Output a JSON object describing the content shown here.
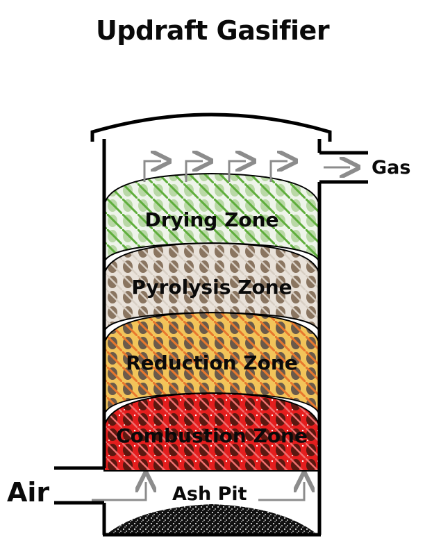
{
  "title": "Updraft Gasifier",
  "zones": [
    {
      "label": "Drying Zone",
      "color": "#6fb04f"
    },
    {
      "label": "Pyrolysis Zone",
      "color": "#8a7560"
    },
    {
      "label": "Reduction Zone",
      "color": "#e0803a"
    },
    {
      "label": "Combustion Zone",
      "color": "#d82020"
    }
  ],
  "labels": {
    "ash_pit": "Ash Pit",
    "air": "Air",
    "gas": "Gas"
  },
  "colors": {
    "wall": "#000000",
    "arrow": "#8c8c8c",
    "ash": "#111111"
  }
}
